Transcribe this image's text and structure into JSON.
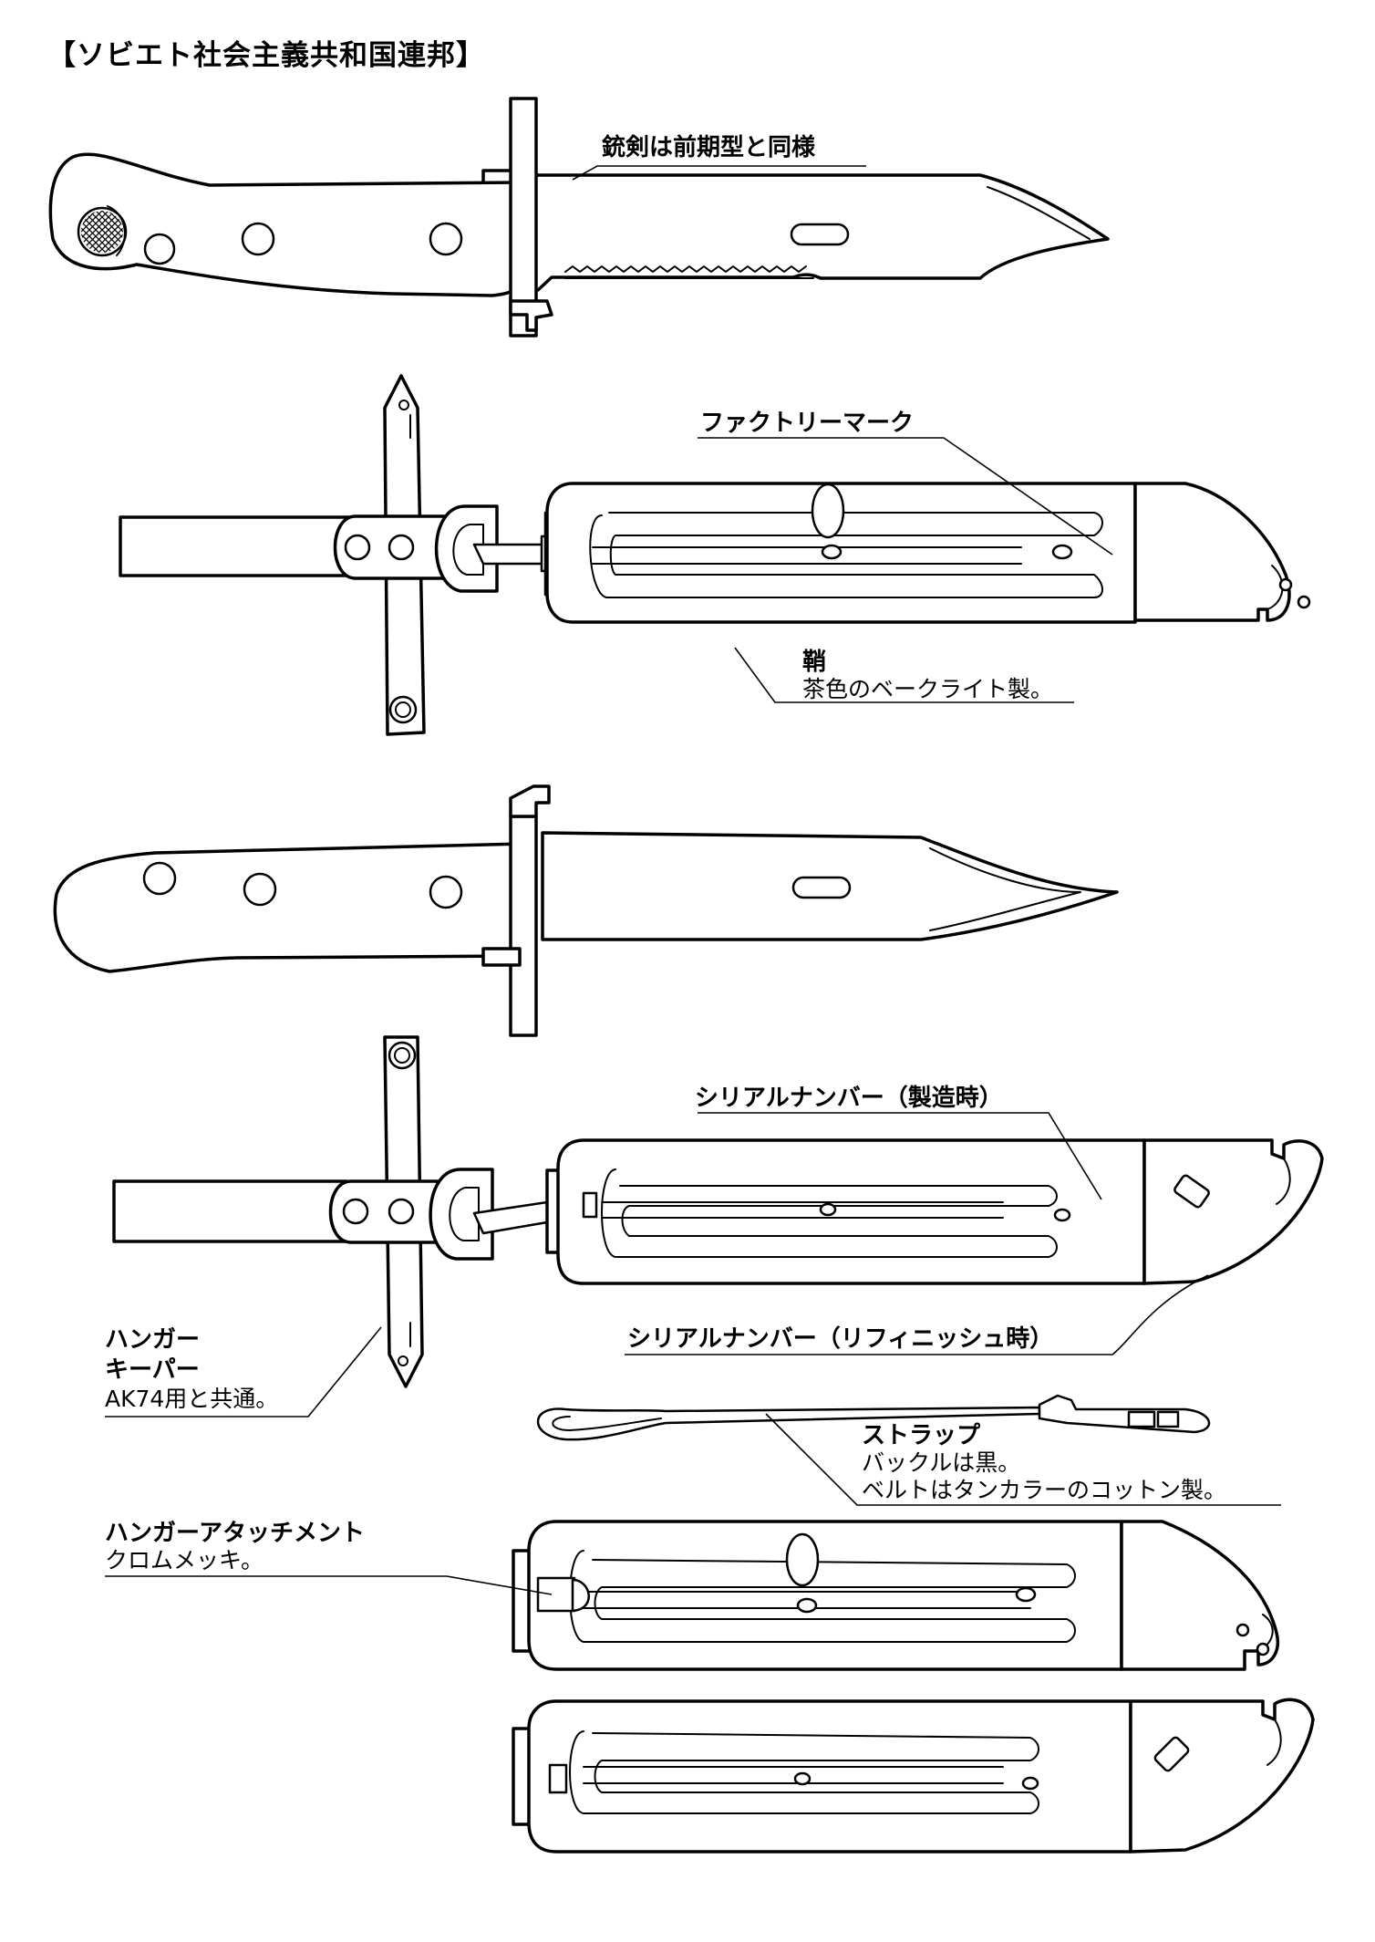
{
  "title": "【ソビエト社会主義共和国連邦】",
  "labels": {
    "bayonet": "銃剣は前期型と同様",
    "factory_mark": "ファクトリーマーク",
    "scabbard_title": "鞘",
    "scabbard_desc": "茶色のベークライト製。",
    "serial_manufacture": "シリアルナンバー（製造時）",
    "serial_refinish": "シリアルナンバー（リフィニッシュ時）",
    "hanger_keeper_line1": "ハンガー",
    "hanger_keeper_line2": "キーパー",
    "hanger_keeper_desc": "AK74用と共通。",
    "strap_title": "ストラップ",
    "strap_desc_1": "バックルは黒。",
    "strap_desc_2": "ベルトはタンカラーのコットン製。",
    "hanger_attachment_title": "ハンガーアタッチメント",
    "hanger_attachment_desc": "クロムメッキ。"
  },
  "colors": {
    "line": "#000000",
    "background": "#ffffff"
  }
}
